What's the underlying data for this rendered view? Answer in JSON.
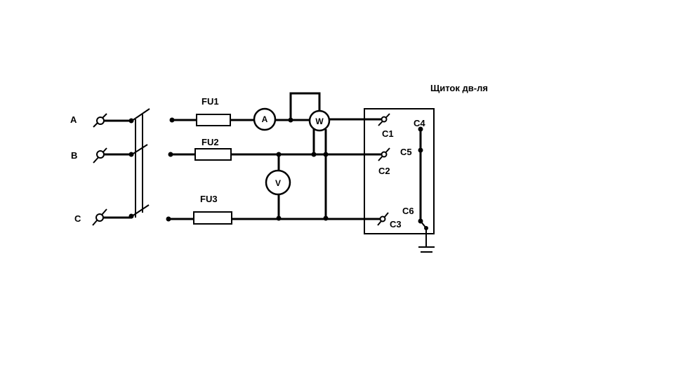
{
  "title": "Щиток дв-ля",
  "phases": {
    "a": "A",
    "b": "B",
    "c": "C"
  },
  "fuses": {
    "fu1": "FU1",
    "fu2": "FU2",
    "fu3": "FU3"
  },
  "meters": {
    "ammeter": "A",
    "wattmeter": "W",
    "voltmeter": "V"
  },
  "terminals": {
    "c1": "C1",
    "c2": "C2",
    "c3": "C3",
    "c4": "C4",
    "c5": "C5",
    "c6": "C6"
  }
}
